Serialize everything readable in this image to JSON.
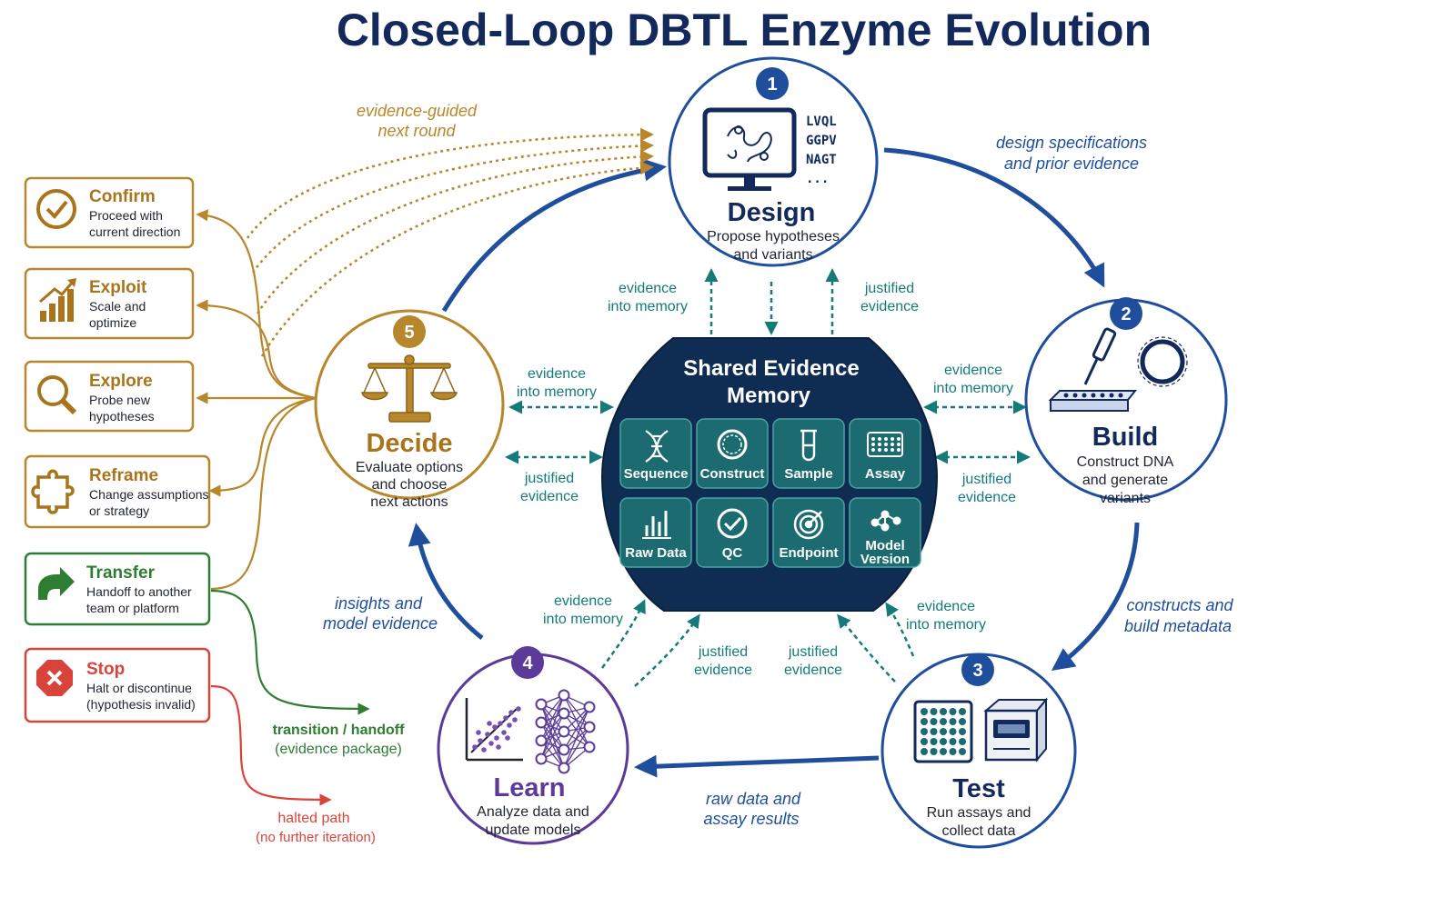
{
  "title": "Closed-Loop DBTL Enzyme Evolution",
  "colors": {
    "navy": "#13295b",
    "blue": "#1f4e9c",
    "teal": "#147a7a",
    "gold": "#b8862b",
    "purple": "#5b3a98",
    "green": "#2f7d32",
    "red": "#d9443a",
    "memory": "#0f2d52"
  },
  "stages": {
    "design": {
      "number": "1",
      "name": "Design",
      "desc1": "Propose hypotheses",
      "desc2": "and variants",
      "seq1": "LVQL",
      "seq2": "GGPV",
      "seq3": "NAGT",
      "seq4": "..."
    },
    "build": {
      "number": "2",
      "name": "Build",
      "desc1": "Construct DNA",
      "desc2": "and generate",
      "desc3": "variants"
    },
    "test": {
      "number": "3",
      "name": "Test",
      "desc1": "Run assays and",
      "desc2": "collect data"
    },
    "learn": {
      "number": "4",
      "name": "Learn",
      "desc1": "Analyze data and",
      "desc2": "update models"
    },
    "decide": {
      "number": "5",
      "name": "Decide",
      "desc1": "Evaluate options",
      "desc2": "and choose",
      "desc3": "next actions"
    }
  },
  "memory": {
    "title1": "Shared Evidence",
    "title2": "Memory",
    "tiles": [
      {
        "label": "Sequence",
        "icon": "dna-icon"
      },
      {
        "label": "Construct",
        "icon": "plasmid-icon"
      },
      {
        "label": "Sample",
        "icon": "test-tube-icon"
      },
      {
        "label": "Assay",
        "icon": "plate-icon"
      },
      {
        "label": "Raw Data",
        "icon": "bar-chart-icon"
      },
      {
        "label": "QC",
        "icon": "check-icon"
      },
      {
        "label": "Endpoint",
        "icon": "target-icon"
      },
      {
        "label": "Model",
        "label2": "Version",
        "icon": "network-icon"
      }
    ]
  },
  "flows": {
    "evidence_guided1": "evidence-guided",
    "evidence_guided2": "next round",
    "design_spec1": "design specifications",
    "design_spec2": "and prior evidence",
    "constructs1": "constructs and",
    "constructs2": "build metadata",
    "raw1": "raw data and",
    "raw2": "assay results",
    "insights1": "insights and",
    "insights2": "model evidence"
  },
  "memory_links": {
    "into1": "evidence",
    "into2": "into memory",
    "just1": "justified",
    "just2": "evidence"
  },
  "options": [
    {
      "title": "Confirm",
      "desc1": "Proceed with",
      "desc2": "current direction",
      "icon": "check-circle-icon",
      "color": "#b8862b"
    },
    {
      "title": "Exploit",
      "desc1": "Scale and",
      "desc2": "optimize",
      "icon": "growth-chart-icon",
      "color": "#b8862b"
    },
    {
      "title": "Explore",
      "desc1": "Probe new",
      "desc2": "hypotheses",
      "icon": "magnifier-icon",
      "color": "#b8862b"
    },
    {
      "title": "Reframe",
      "desc1": "Change assumptions",
      "desc2": "or strategy",
      "icon": "puzzle-icon",
      "color": "#b8862b"
    },
    {
      "title": "Transfer",
      "desc1": "Handoff to another",
      "desc2": "team or platform",
      "icon": "share-arrow-icon",
      "color": "#2f7d32"
    },
    {
      "title": "Stop",
      "desc1": "Halt or discontinue",
      "desc2": "(hypothesis invalid)",
      "icon": "stop-sign-icon",
      "color": "#d9443a"
    }
  ],
  "legend": {
    "transition1": "transition / handoff",
    "transition2": "(evidence package)",
    "halted1": "halted path",
    "halted2": "(no further iteration)"
  }
}
